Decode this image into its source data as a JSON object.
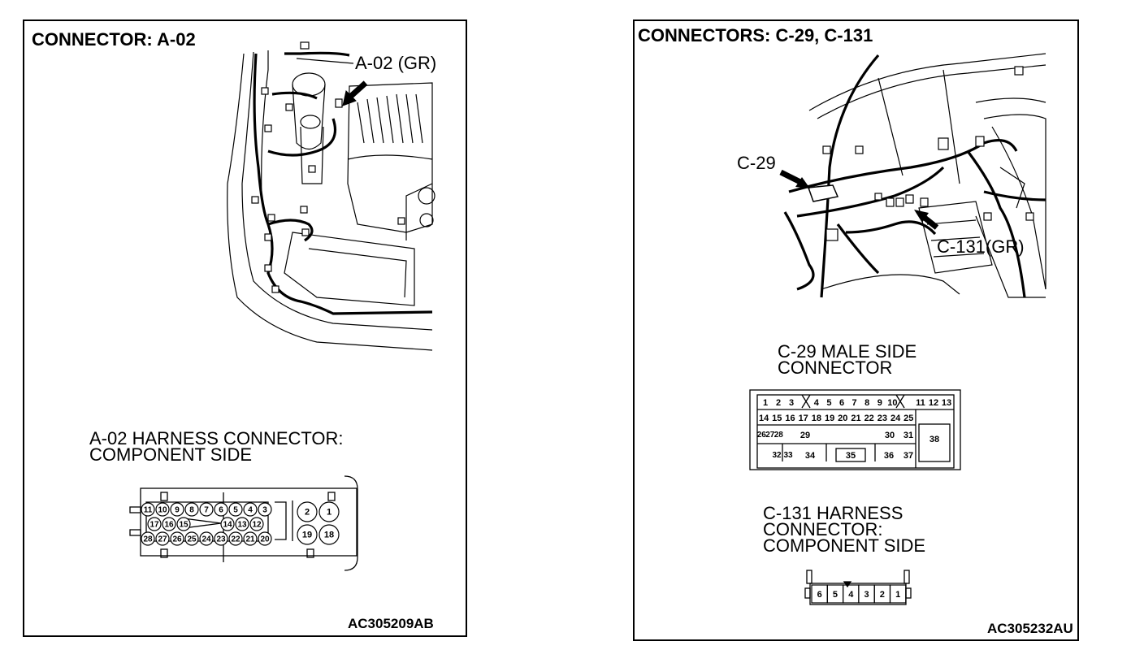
{
  "left": {
    "title": "CONNECTOR: A-02",
    "callout": "A-02 (GR)",
    "heading_line1": "A-02 HARNESS CONNECTOR:",
    "heading_line2": "COMPONENT SIDE",
    "code": "AC305209AB",
    "connector": {
      "row1": [
        "11",
        "10",
        "9",
        "8",
        "7",
        "6",
        "5",
        "4",
        "3"
      ],
      "row2_left": [
        "17",
        "16",
        "15"
      ],
      "row2_right": [
        "14",
        "13",
        "12"
      ],
      "row3": [
        "28",
        "27",
        "26",
        "25",
        "24",
        "23",
        "22",
        "21",
        "20"
      ],
      "big_top": [
        "2",
        "1"
      ],
      "big_bottom": [
        "19",
        "18"
      ]
    }
  },
  "right": {
    "title": "CONNECTORS: C-29, C-131",
    "callout_c29": "C-29",
    "callout_c131": "C-131(GR)",
    "c29_heading_line1": "C-29 MALE SIDE",
    "c29_heading_line2": "CONNECTOR",
    "c131_heading_line1": "C-131 HARNESS",
    "c131_heading_line2": "CONNECTOR:",
    "c131_heading_line3": "COMPONENT SIDE",
    "code": "AC305232AU",
    "c29": {
      "row1_a": [
        "1",
        "2",
        "3"
      ],
      "row1_b": [
        "4",
        "5",
        "6",
        "7",
        "8",
        "9",
        "10"
      ],
      "row1_c": [
        "11",
        "12",
        "13"
      ],
      "row2": [
        "14",
        "15",
        "16",
        "17",
        "18",
        "19",
        "20",
        "21",
        "22",
        "23",
        "24",
        "25"
      ],
      "row3_a": [
        "26",
        "27",
        "28"
      ],
      "row3_29": "29",
      "row3_30": "30",
      "row3_31": "31",
      "big": "38",
      "row4_a": [
        "32",
        "33"
      ],
      "row4_34": "34",
      "row4_35": "35",
      "row4_36": "36",
      "row4_37": "37"
    },
    "c131": [
      "6",
      "5",
      "4",
      "3",
      "2",
      "1"
    ]
  }
}
